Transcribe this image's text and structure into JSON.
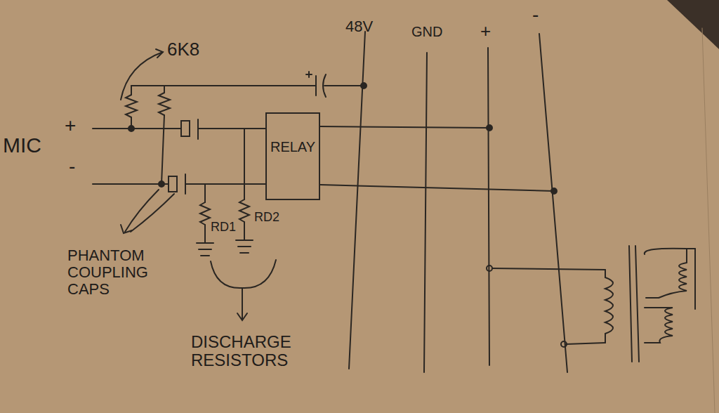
{
  "diagram": {
    "nodes": [
      {
        "text": [
          "RELAY"
        ]
      }
    ],
    "labels": [
      "6K8",
      "MIC",
      "+",
      "-",
      "48V",
      "GND",
      "+",
      "-",
      "RD1",
      "RD2",
      "PHANTOM COUPLING CAPS",
      "DISCHARGE RESISTORS"
    ]
  }
}
